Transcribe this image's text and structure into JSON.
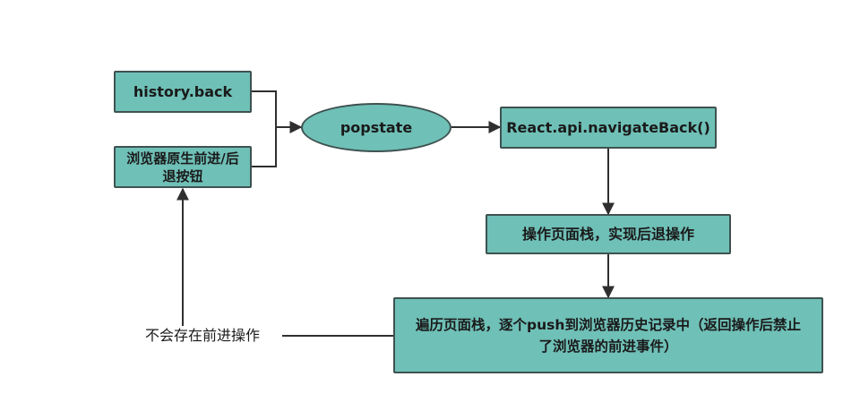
{
  "nodes": {
    "history_back": "history.back",
    "browser_buttons": "浏览器原生前进/后退按钮",
    "popstate": "popstate",
    "navigate_back": "React.api.navigateBack()",
    "operate_stack": "操作页面栈，实现后退操作",
    "traverse_stack": "遍历页面栈，逐个push到浏览器历史记录中（返回操作后禁止了浏览器的前进事件）"
  },
  "labels": {
    "no_forward": "不会存在前进操作"
  },
  "colors": {
    "node_fill": "#6fc0b7",
    "node_border": "#3e5250",
    "edge": "#2f2f2f"
  }
}
